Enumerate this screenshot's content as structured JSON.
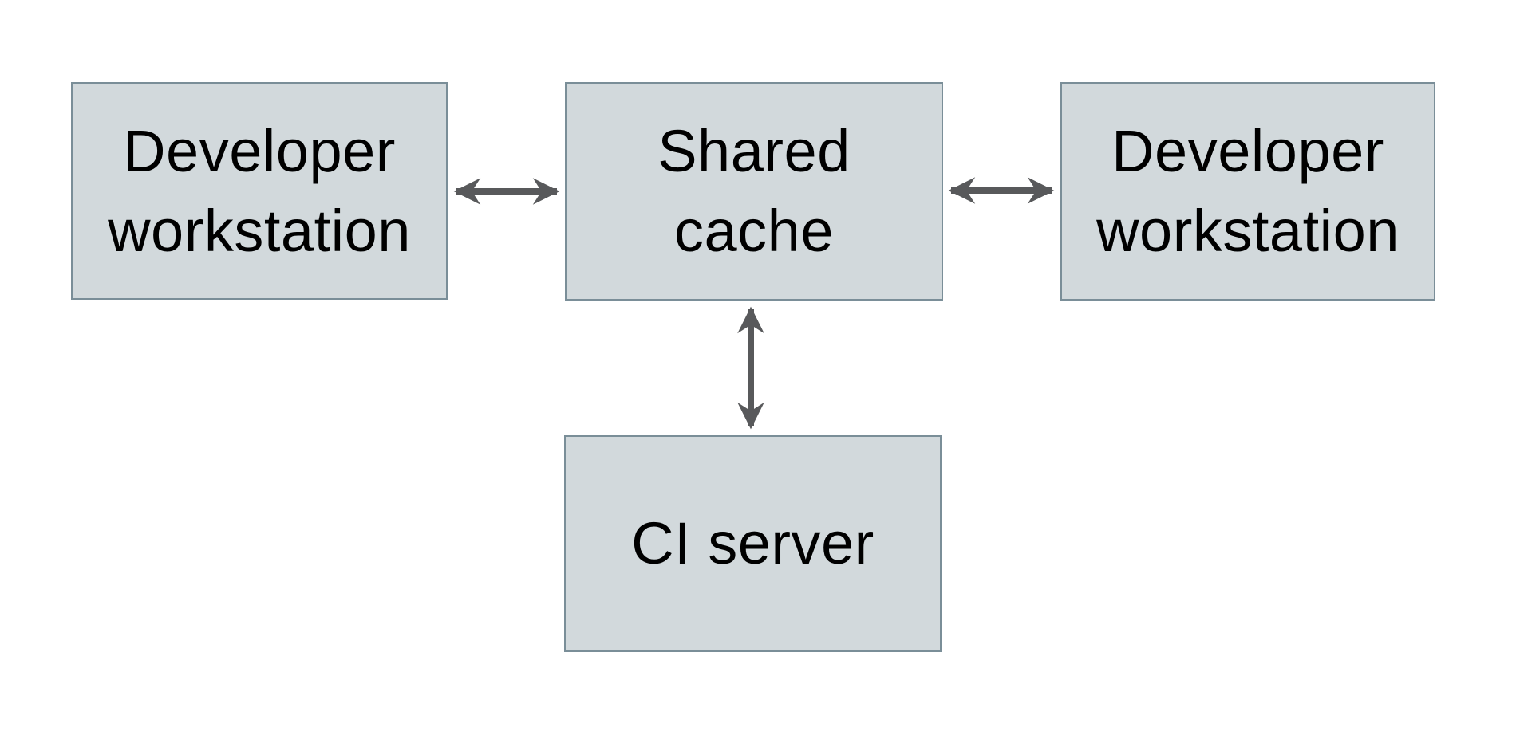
{
  "diagram": {
    "type": "architecture-diagram",
    "nodes": {
      "dev_left": {
        "label": "Developer workstation",
        "line1": "Developer",
        "line2": "workstation"
      },
      "shared_cache": {
        "label": "Shared cache",
        "line1": "Shared",
        "line2": "cache"
      },
      "dev_right": {
        "label": "Developer workstation",
        "line1": "Developer",
        "line2": "workstation"
      },
      "ci_server": {
        "label": "CI server",
        "line1": "CI server"
      }
    },
    "edges": [
      {
        "from": "dev_left",
        "to": "shared_cache",
        "direction": "bidirectional",
        "orientation": "horizontal"
      },
      {
        "from": "shared_cache",
        "to": "dev_right",
        "direction": "bidirectional",
        "orientation": "horizontal"
      },
      {
        "from": "shared_cache",
        "to": "ci_server",
        "direction": "bidirectional",
        "orientation": "vertical"
      }
    ]
  },
  "colors": {
    "background": "#ffffff",
    "node_fill": "#d2d9dc",
    "node_border": "#7a8e98",
    "arrow": "#58595b",
    "text": "#000000"
  }
}
